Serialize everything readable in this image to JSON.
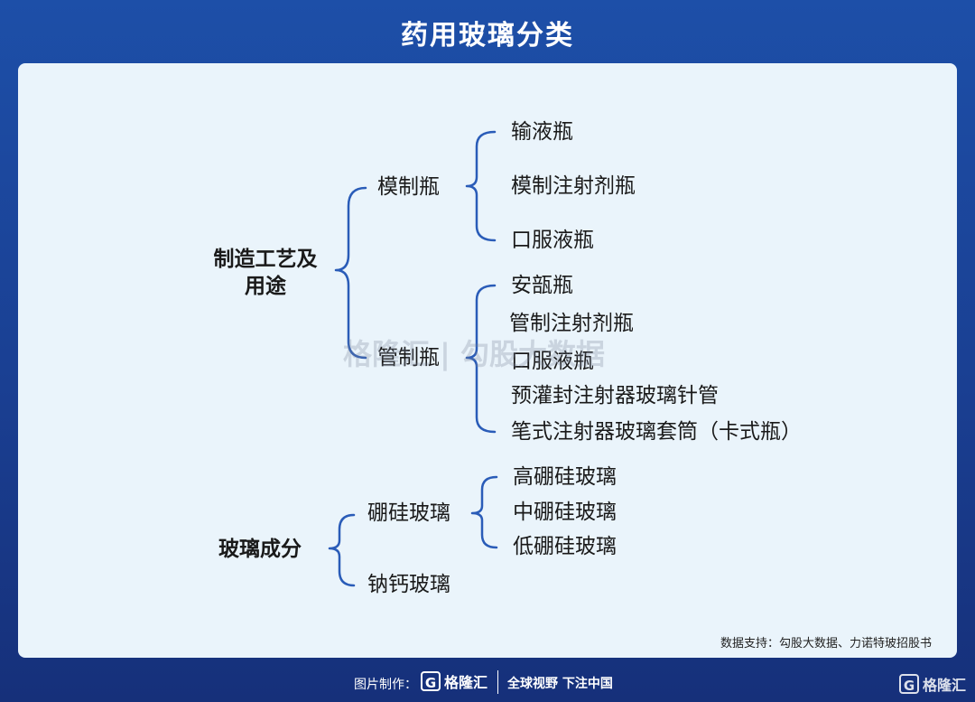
{
  "title": "药用玻璃分类",
  "roots": {
    "process": "制造工艺及\n用途",
    "composition": "玻璃成分"
  },
  "groups": {
    "molded": "模制瓶",
    "tubular": "管制瓶",
    "borosilicate": "硼硅玻璃",
    "soda_lime": "钠钙玻璃"
  },
  "leaves": {
    "molded": [
      "输液瓶",
      "模制注射剂瓶",
      "口服液瓶"
    ],
    "tubular": [
      "安瓿瓶",
      "管制注射剂瓶",
      "口服液瓶",
      "预灌封注射器玻璃针管",
      "笔式注射器玻璃套筒（卡式瓶）"
    ],
    "borosilicate": [
      "高硼硅玻璃",
      "中硼硅玻璃",
      "低硼硅玻璃"
    ]
  },
  "source": "数据支持：勾股大数据、力诺特玻招股书",
  "watermark": "格隆汇 | 勾股大数据",
  "footer": {
    "credit_label": "图片制作：",
    "logo_letter": "G",
    "logo_text": "格隆汇",
    "slogan": "全球视野 下注中国"
  },
  "colors": {
    "background": "#1d4fa8",
    "panel": "#eaf4fb",
    "bracket": "#2a5cb8"
  }
}
